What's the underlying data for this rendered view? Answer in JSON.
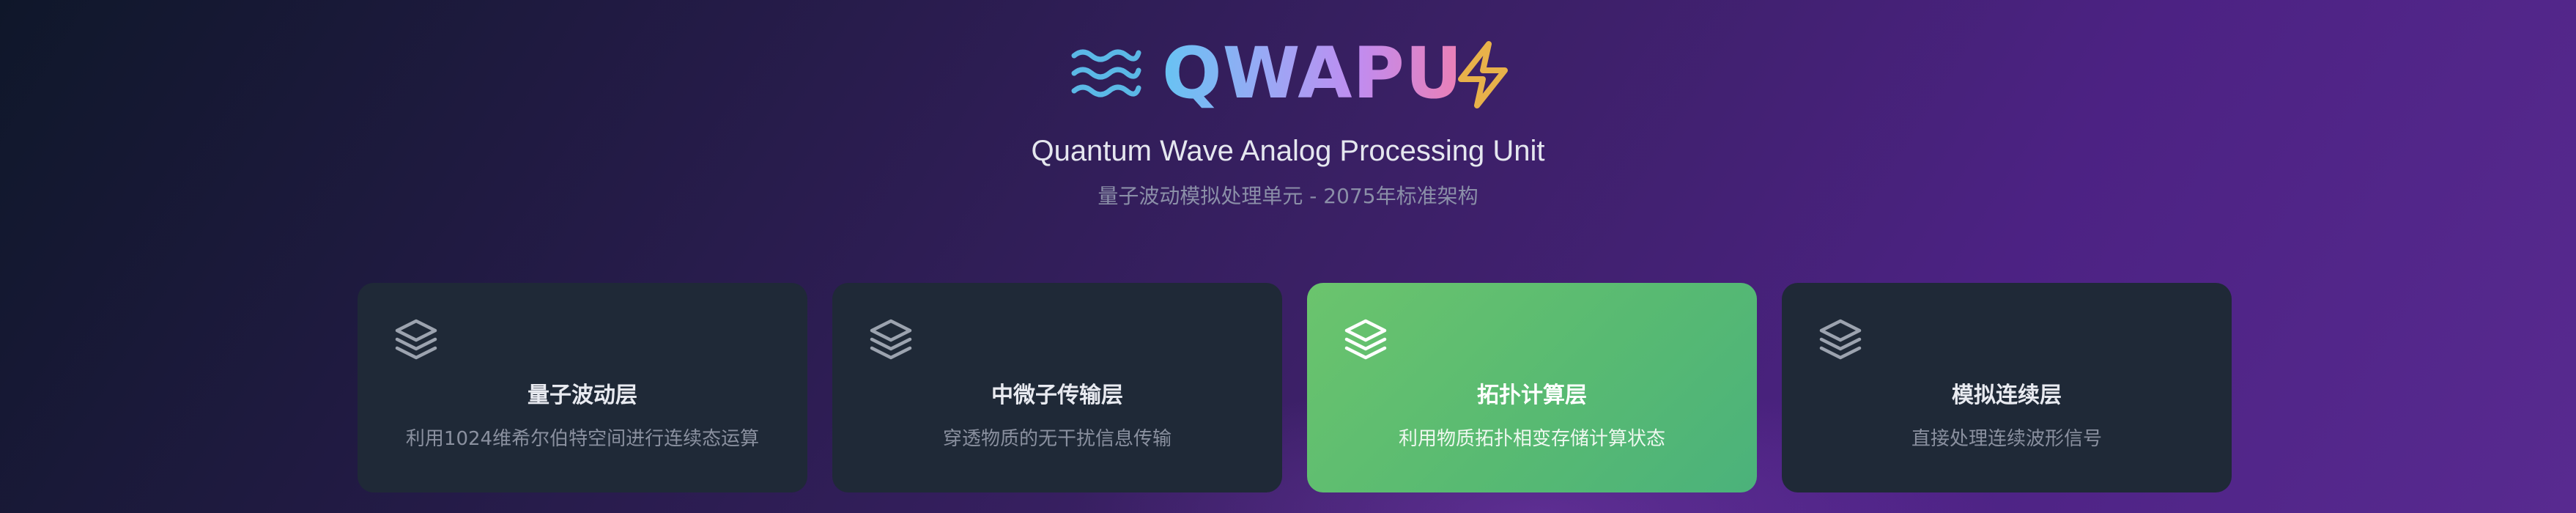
{
  "header": {
    "logo_text": "QWAPU",
    "subtitle": "Quantum Wave Analog Processing Unit",
    "tagline": "量子波动模拟处理单元 - 2075年标准架构",
    "icons": [
      "waves-icon",
      "lightning-bolt-icon"
    ]
  },
  "colors": {
    "wave_icon": "#5bb8e6",
    "bolt_icon": "#e8b14a",
    "card_bg": "#1f2937",
    "card_active": "#5fbd72",
    "logo_gradient": [
      "#67c3f3",
      "#c08cf0",
      "#ec7fb4"
    ]
  },
  "layers": [
    {
      "title": "量子波动层",
      "description": "利用1024维希尔伯特空间进行连续态运算",
      "icon": "layers-icon",
      "active": false
    },
    {
      "title": "中微子传输层",
      "description": "穿透物质的无干扰信息传输",
      "icon": "layers-icon",
      "active": false
    },
    {
      "title": "拓扑计算层",
      "description": "利用物质拓扑相变存储计算状态",
      "icon": "layers-icon",
      "active": true
    },
    {
      "title": "模拟连续层",
      "description": "直接处理连续波形信号",
      "icon": "layers-icon",
      "active": false
    }
  ]
}
